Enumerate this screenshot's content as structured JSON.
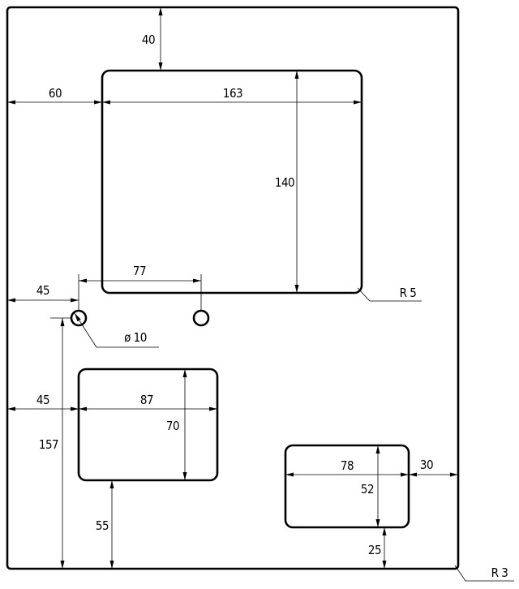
{
  "drawing": {
    "plate": {
      "corner_radius_label": "R 3"
    },
    "large_opening": {
      "width_label": "163",
      "height_label": "140",
      "top_offset_label": "40",
      "left_offset_label": "60",
      "corner_radius_label": "R 5"
    },
    "holes": {
      "spacing_label": "77",
      "left_offset_label": "45",
      "diameter_label": "ø 10",
      "height_label": "157"
    },
    "left_opening": {
      "width_label": "87",
      "height_label": "70",
      "left_offset_label": "45",
      "bottom_offset_label": "55"
    },
    "right_opening": {
      "width_label": "78",
      "height_label": "52",
      "right_offset_label": "30",
      "bottom_offset_label": "25"
    }
  }
}
